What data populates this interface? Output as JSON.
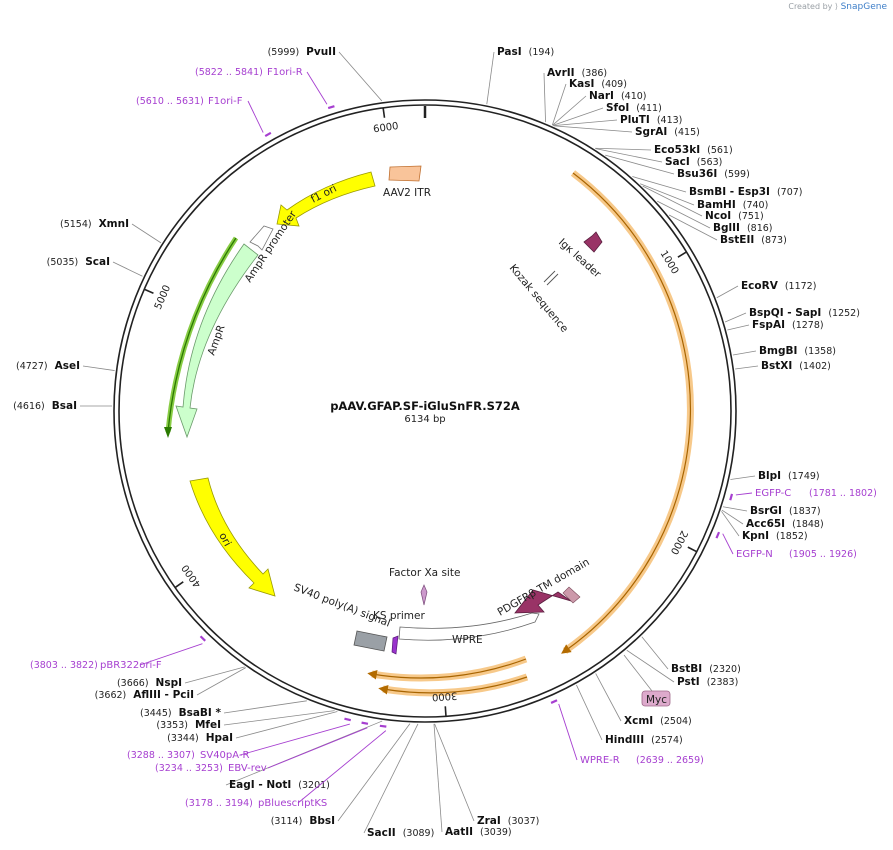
{
  "header": {
    "credit_text": "Created by",
    "brand": "SnapGene"
  },
  "plasmid": {
    "name": "pAAV.GFAP.SF-iGluSnFR.S72A",
    "length": "6134 bp",
    "total_bp": 6134
  },
  "ticks": [
    {
      "bp": 1000,
      "label": "1000"
    },
    {
      "bp": 2000,
      "label": "2000"
    },
    {
      "bp": 3000,
      "label": "3000"
    },
    {
      "bp": 4000,
      "label": "4000"
    },
    {
      "bp": 5000,
      "label": "5000"
    },
    {
      "bp": 6000,
      "label": "6000"
    }
  ],
  "enzymes": [
    {
      "name": "PvuII",
      "pos": "(5999)",
      "bp": 5999
    },
    {
      "name": "PasI",
      "pos": "(194)",
      "bp": 194
    },
    {
      "name": "AvrII",
      "pos": "(386)",
      "bp": 386
    },
    {
      "name": "KasI",
      "pos": "(409)",
      "bp": 409
    },
    {
      "name": "NarI",
      "pos": "(410)",
      "bp": 410
    },
    {
      "name": "SfoI",
      "pos": "(411)",
      "bp": 411
    },
    {
      "name": "PluTI",
      "pos": "(413)",
      "bp": 413
    },
    {
      "name": "SgrAI",
      "pos": "(415)",
      "bp": 415
    },
    {
      "name": "Eco53kI",
      "pos": "(561)",
      "bp": 561
    },
    {
      "name": "SacI",
      "pos": "(563)",
      "bp": 563
    },
    {
      "name": "Bsu36I",
      "pos": "(599)",
      "bp": 599
    },
    {
      "name": "BsmBI - Esp3I",
      "pos": "(707)",
      "bp": 707
    },
    {
      "name": "BamHI",
      "pos": "(740)",
      "bp": 740
    },
    {
      "name": "NcoI",
      "pos": "(751)",
      "bp": 751
    },
    {
      "name": "BglII",
      "pos": "(816)",
      "bp": 816
    },
    {
      "name": "BstEII",
      "pos": "(873)",
      "bp": 873
    },
    {
      "name": "EcoRV",
      "pos": "(1172)",
      "bp": 1172
    },
    {
      "name": "BspQI - SapI",
      "pos": "(1252)",
      "bp": 1252
    },
    {
      "name": "FspAI",
      "pos": "(1278)",
      "bp": 1278
    },
    {
      "name": "BmgBI",
      "pos": "(1358)",
      "bp": 1358
    },
    {
      "name": "BstXI",
      "pos": "(1402)",
      "bp": 1402
    },
    {
      "name": "BlpI",
      "pos": "(1749)",
      "bp": 1749
    },
    {
      "name": "BsrGI",
      "pos": "(1837)",
      "bp": 1837
    },
    {
      "name": "Acc65I",
      "pos": "(1848)",
      "bp": 1848
    },
    {
      "name": "KpnI",
      "pos": "(1852)",
      "bp": 1852
    },
    {
      "name": "BstBI",
      "pos": "(2320)",
      "bp": 2320
    },
    {
      "name": "PstI",
      "pos": "(2383)",
      "bp": 2383
    },
    {
      "name": "XcmI",
      "pos": "(2504)",
      "bp": 2504
    },
    {
      "name": "HindIII",
      "pos": "(2574)",
      "bp": 2574
    },
    {
      "name": "ZraI",
      "pos": "(3037)",
      "bp": 3037
    },
    {
      "name": "AatII",
      "pos": "(3039)",
      "bp": 3039
    },
    {
      "name": "BbsI",
      "pos": "(3114)",
      "bp": 3114
    },
    {
      "name": "SacII",
      "pos": "(3089)",
      "bp": 3089
    },
    {
      "name": "EagI - NotI",
      "pos": "(3201)",
      "bp": 3201
    },
    {
      "name": "HpaI",
      "pos": "(3344)",
      "bp": 3344
    },
    {
      "name": "MfeI",
      "pos": "(3353)",
      "bp": 3353
    },
    {
      "name": "BsaBI *",
      "pos": "(3445)",
      "bp": 3445
    },
    {
      "name": "AflIII - PciI",
      "pos": "(3662)",
      "bp": 3662
    },
    {
      "name": "NspI",
      "pos": "(3666)",
      "bp": 3666
    },
    {
      "name": "BsaI",
      "pos": "(4616)",
      "bp": 4616
    },
    {
      "name": "AseI",
      "pos": "(4727)",
      "bp": 4727
    },
    {
      "name": "ScaI",
      "pos": "(5035)",
      "bp": 5035
    },
    {
      "name": "XmnI",
      "pos": "(5154)",
      "bp": 5154
    }
  ],
  "primers": [
    {
      "name": "F1ori-R",
      "range": "(5822 .. 5841)",
      "bp": 5832
    },
    {
      "name": "F1ori-F",
      "range": "(5610 .. 5631)",
      "bp": 5620
    },
    {
      "name": "EGFP-C",
      "range": "(1781 .. 1802)",
      "bp": 1791
    },
    {
      "name": "EGFP-N",
      "range": "(1905 .. 1926)",
      "bp": 1915
    },
    {
      "name": "WPRE-R",
      "range": "(2639 .. 2659)",
      "bp": 2649
    },
    {
      "name": "SV40pA-R",
      "range": "(3288 .. 3307)",
      "bp": 3297
    },
    {
      "name": "EBV-rev",
      "range": "(3234 .. 3253)",
      "bp": 3243
    },
    {
      "name": "pBluescriptKS",
      "range": "(3178 .. 3194)",
      "bp": 3186
    },
    {
      "name": "pBR322ori-F",
      "range": "(3803 .. 3822)",
      "bp": 3812
    }
  ],
  "features": [
    {
      "name": "AAV2 ITR",
      "color": "#f9c49a"
    },
    {
      "name": "f1 ori",
      "color": "#ffff00"
    },
    {
      "name": "AmpR promoter",
      "color": "#ffffff"
    },
    {
      "name": "AmpR",
      "color": "#ccffcc"
    },
    {
      "name": "ori",
      "color": "#ffff00"
    },
    {
      "name": "Igκ leader",
      "color": "#993366"
    },
    {
      "name": "Kozak sequence",
      "color": "#ffffff"
    },
    {
      "name": "Factor Xa site",
      "color": "#cc99cc"
    },
    {
      "name": "KS primer",
      "color": "#9933cc"
    },
    {
      "name": "SV40 poly(A) signal",
      "color": "#999999"
    },
    {
      "name": "WPRE",
      "color": "#ffffff"
    },
    {
      "name": "PDGFRβ TM domain",
      "color": "#993366"
    },
    {
      "name": "Myc",
      "color": "#ddaacc"
    }
  ],
  "colors": {
    "orf": "#f0a030",
    "backbone": "#222222",
    "primer": "#a63fd0"
  }
}
